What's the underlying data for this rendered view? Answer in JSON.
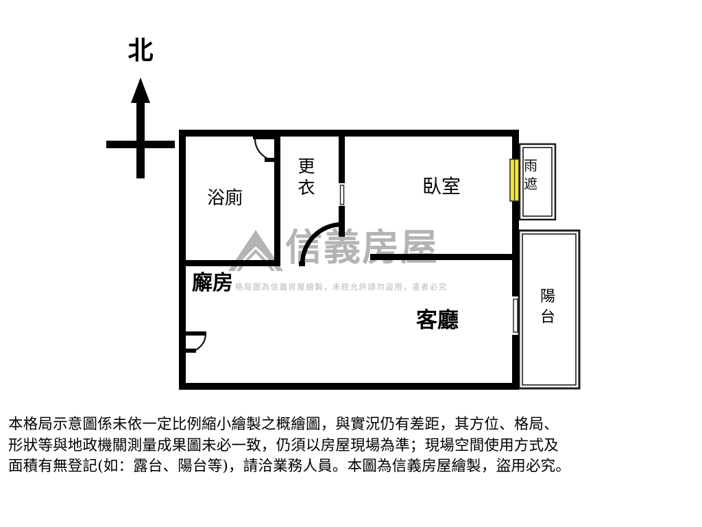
{
  "compass": {
    "label": "北",
    "icon": "north-arrow-icon"
  },
  "rooms": [
    {
      "key": "bath",
      "label": "浴廁",
      "name": "room-label-bathroom"
    },
    {
      "key": "closet",
      "label": "更\n衣",
      "name": "room-label-dressing"
    },
    {
      "key": "bedroom",
      "label": "臥室",
      "name": "room-label-bedroom"
    },
    {
      "key": "kitchen",
      "label": "廨房",
      "name": "room-label-kitchen"
    },
    {
      "key": "living",
      "label": "客廳",
      "name": "room-label-living"
    },
    {
      "key": "balcony",
      "label": "陽\n台",
      "name": "room-label-balcony"
    },
    {
      "key": "canopy",
      "label": "雨\n遮",
      "name": "room-label-canopy"
    }
  ],
  "watermark": {
    "brand": "信義房屋",
    "notice": "格局圖為信義房屋繪製，未經允許請勿盜用，違者必究",
    "logo": "sinyi-logo-icon",
    "color": "#b4b4b4"
  },
  "disclaimer": {
    "text": "本格局示意圖係未依一定比例縮小繪製之概繪圖，與實況仍有差距，其方位、格局、\n形狀等與地政機關測量成果圖未必一致，仍須以房屋現場為準；現場空間使用方式及\n面積有無登記(如：露台、陽台等)，請洽業務人員。本圖為信義房屋繪製，盜用必究。"
  },
  "colors": {
    "wall": "#000000",
    "window_fill": "#f2e534",
    "thin_line": "#1a1a1a",
    "background": "#ffffff"
  },
  "features": [
    {
      "name": "entry-door-swing",
      "room": "kitchen"
    },
    {
      "name": "bathroom-door-swing",
      "room": "bath"
    },
    {
      "name": "dressing-door-swing",
      "room": "closet"
    },
    {
      "name": "bedroom-window",
      "room": "bedroom",
      "color": "#f2e534"
    },
    {
      "name": "balcony-sliding-door",
      "room": "balcony"
    },
    {
      "name": "closet-opening",
      "room": "closet"
    }
  ]
}
